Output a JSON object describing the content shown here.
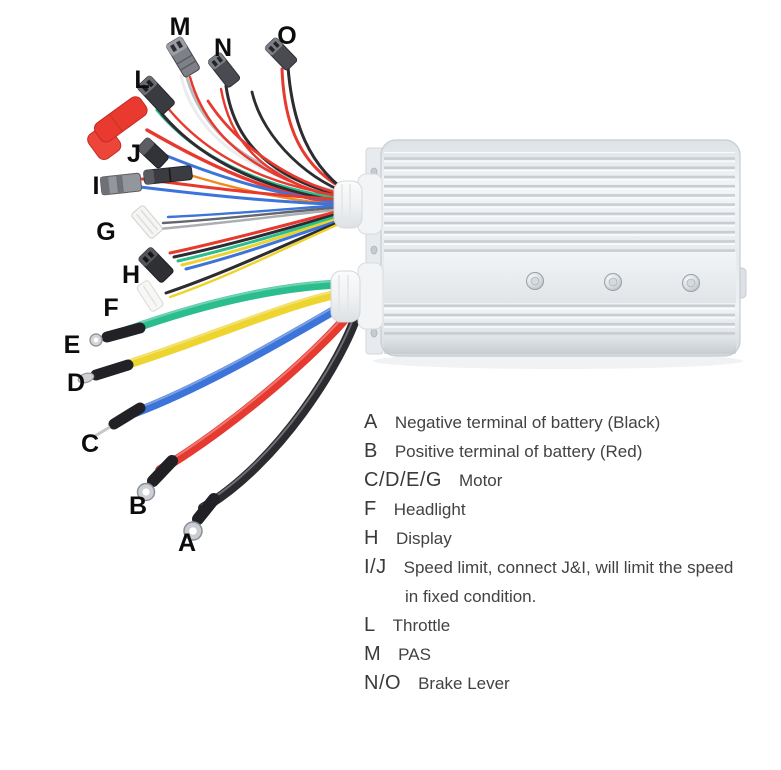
{
  "wire_labels": {
    "a": "A",
    "b": "B",
    "c": "C",
    "d": "D",
    "e": "E",
    "f": "F",
    "g": "G",
    "h": "H",
    "i": "I",
    "j": "J",
    "l": "L",
    "m": "M",
    "n": "N",
    "o": "O"
  },
  "legend": {
    "items": [
      {
        "key": "A",
        "text": "Negative terminal of battery (Black)"
      },
      {
        "key": "B",
        "text": "Positive terminal of battery (Red)"
      },
      {
        "key": "C/D/E/G",
        "text": "Motor"
      },
      {
        "key": "F",
        "text": "Headlight"
      },
      {
        "key": "H",
        "text": "Display"
      },
      {
        "key": "I/J",
        "text": "Speed limit, connect J&I, will limit the speed",
        "text2": "in fixed condition."
      },
      {
        "key": "L",
        "text": "Throttle"
      },
      {
        "key": "M",
        "text": "PAS"
      },
      {
        "key": "N/O",
        "text": "Brake Lever"
      }
    ]
  },
  "wires": {
    "A": {
      "color_name": "black",
      "hex": "#2b2b30"
    },
    "B": {
      "color_name": "red",
      "hex": "#e63a30"
    },
    "C": {
      "color_name": "blue",
      "hex": "#3d74d9"
    },
    "D": {
      "color_name": "yellow",
      "hex": "#eed42e"
    },
    "E": {
      "color_name": "green",
      "hex": "#2bbd8e"
    }
  },
  "colors": {
    "background": "#ffffff",
    "controller_silver": "#e8ebee",
    "wire_red": "#e8392e",
    "wire_black": "#2c2c31",
    "wire_blue": "#3d74d9",
    "wire_green": "#2bbd8e",
    "wire_yellow": "#edd32f",
    "wire_orange": "#f08a1d",
    "wire_gray": "#b9bdc2",
    "spade_connector_red": "#ea3a30",
    "label_text": "#0c0c0c",
    "legend_text": "#424242"
  }
}
